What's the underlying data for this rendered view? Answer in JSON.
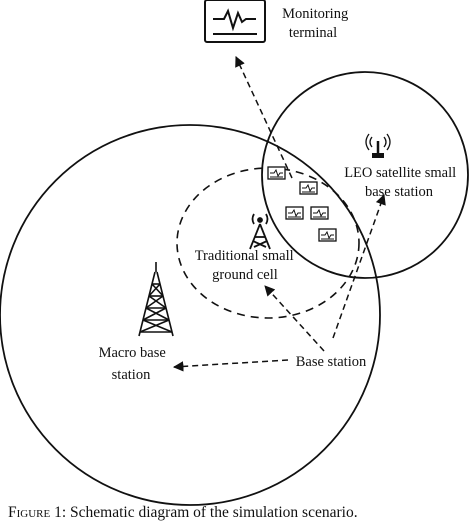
{
  "labels": {
    "monitoring_terminal": [
      "Monitoring",
      "terminal"
    ],
    "leo_satellite": [
      "LEO satellite small",
      "base station"
    ],
    "traditional_cell": [
      "Traditional small",
      "ground cell"
    ],
    "macro_base_station": [
      "Macro base",
      "station"
    ],
    "base_station": "Base station"
  },
  "caption": {
    "prefix": "Figure",
    "text": " 1: Schematic diagram of the simulation scenario."
  },
  "icons": {
    "monitor": "monitoring-terminal-icon",
    "satellite": "leo-satellite-antenna-icon",
    "small_tower": "small-cell-tower-icon",
    "macro_tower": "macro-tower-icon",
    "device": "sensor-device-icon"
  },
  "colors": {
    "stroke": "#111111",
    "background": "#ffffff"
  }
}
